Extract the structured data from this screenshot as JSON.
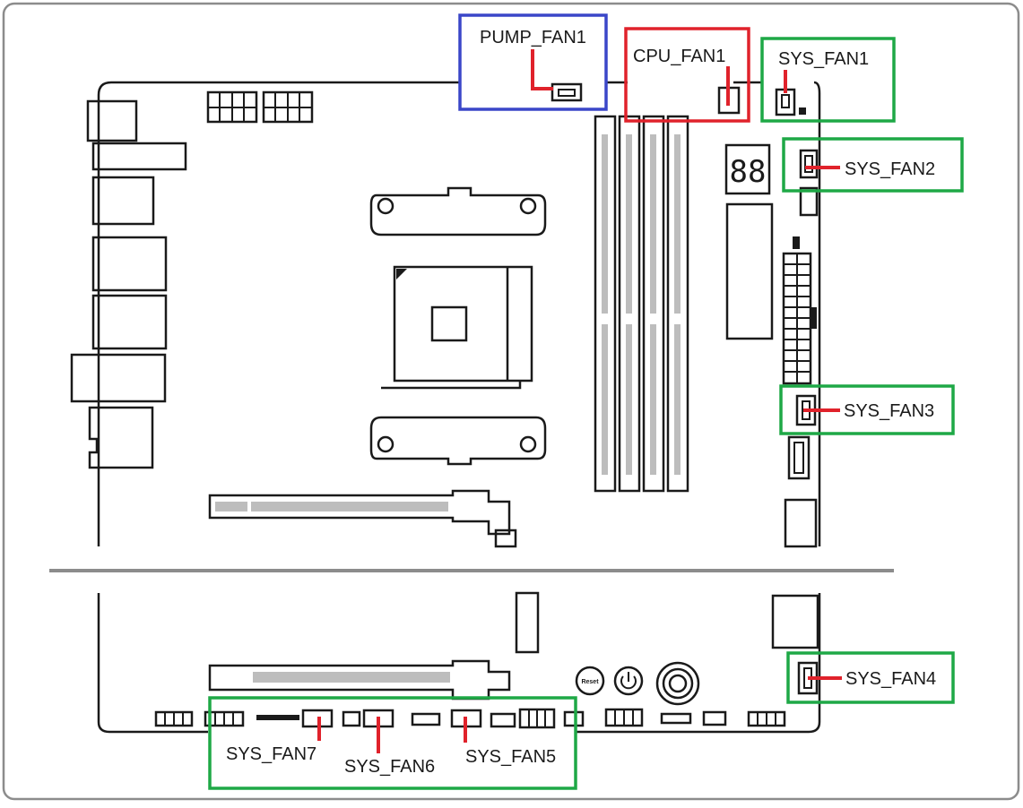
{
  "colors": {
    "pump_box": "#3a46c8",
    "cpu_box": "#e0222b",
    "sys_box": "#1ea846",
    "leader": "#e0222b",
    "outline": "#1a1a1a",
    "frame": "#8c8c8c"
  },
  "labels": {
    "pump_fan1": "PUMP_FAN1",
    "cpu_fan1": "CPU_FAN1",
    "sys_fan1": "SYS_FAN1",
    "sys_fan2": "SYS_FAN2",
    "sys_fan3": "SYS_FAN3",
    "sys_fan4": "SYS_FAN4",
    "sys_fan5": "SYS_FAN5",
    "sys_fan6": "SYS_FAN6",
    "sys_fan7": "SYS_FAN7",
    "reset": "Reset"
  },
  "icons": {
    "seven_segment": "88",
    "power": "power-button-icon",
    "clear_cmos": "clear-cmos-icon"
  }
}
